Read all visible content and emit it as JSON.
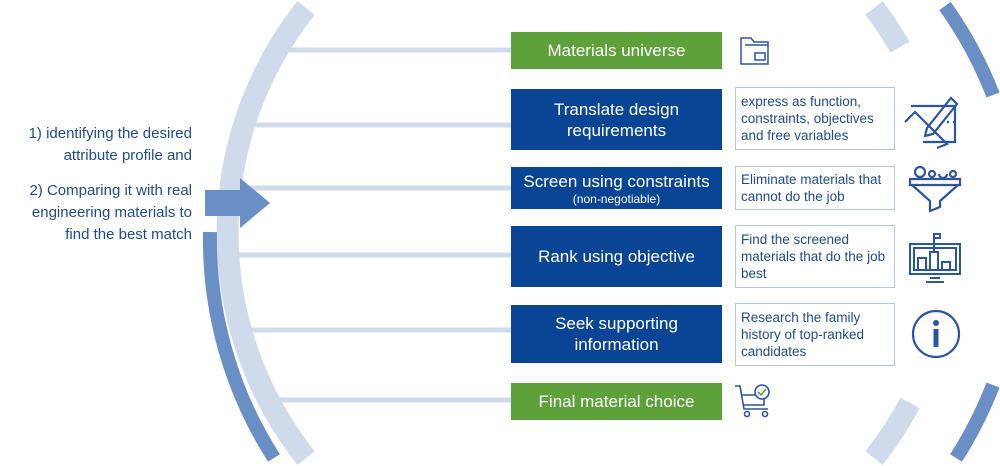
{
  "left_text": {
    "line1": "1)    identifying the desired",
    "line2": "attribute profile and",
    "line3": "2) Comparing it with real",
    "line4": "engineering materials to",
    "line5": "find the best match"
  },
  "steps": [
    {
      "label": "Materials universe",
      "icon": "folder-icon"
    },
    {
      "label": "Translate design requirements",
      "description": "express as function, constraints, objectives and free variables",
      "icon": "design-pencil-ruler-icon"
    },
    {
      "label": "Screen using constraints",
      "sublabel": "(non-negotiable)",
      "description": "Eliminate materials that cannot do the job",
      "icon": "funnel-icon"
    },
    {
      "label": "Rank using objective",
      "description": "Find the screened materials that do the job best",
      "icon": "ranking-monitor-icon"
    },
    {
      "label": "Seek supporting information",
      "description": "Research the family history of top-ranked candidates",
      "icon": "info-icon"
    },
    {
      "label": "Final material choice",
      "icon": "cart-check-icon"
    }
  ],
  "colors": {
    "green": "#5ea03a",
    "blue": "#0a4595",
    "ring_light": "#cfdbeb",
    "ring_dark": "#6a8fc4",
    "text": "#1f4b91"
  }
}
